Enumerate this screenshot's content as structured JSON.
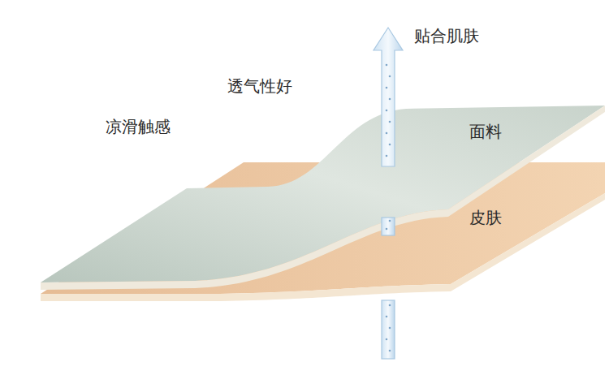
{
  "diagram": {
    "labels": [
      "贴合肌肤",
      "透气性好",
      "凉滑触感",
      "面料",
      "皮肤"
    ]
  }
}
